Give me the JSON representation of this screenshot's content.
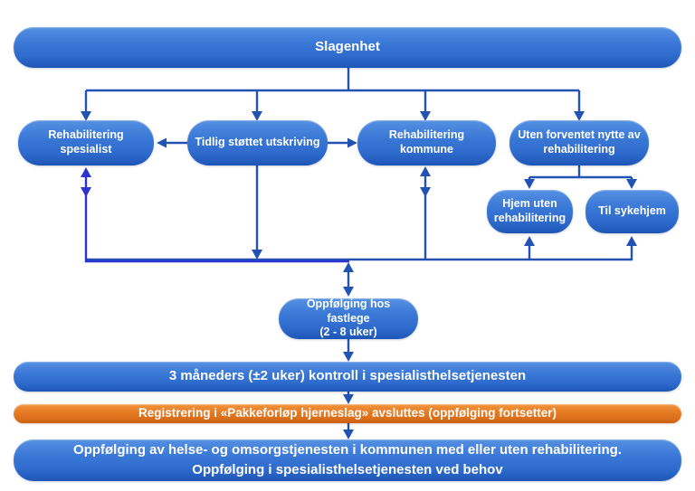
{
  "flowchart": {
    "top_node": {
      "label": "Slagenhet"
    },
    "row2": {
      "rehab_specialist": "Rehabilitering spesialist",
      "early_supported_discharge": "Tidlig støttet utskriving",
      "rehab_municipality": "Rehabilitering kommune",
      "no_expected_benefit": "Uten forventet nytte av rehabilitering"
    },
    "row3": {
      "home_without_rehab": "Hjem uten rehabilitering",
      "to_nursing_home": "Til sykehjem"
    },
    "gp_followup": {
      "line1": "Oppfølging hos fastlege",
      "line2": "(2 - 8 uker)"
    },
    "banners": {
      "three_month_control": "3 måneders (±2 uker) kontroll i spesialisthelsetjenesten",
      "registration_ends": "Registrering i «Pakkeforløp hjerneslag» avsluttes (oppfølging fortsetter)",
      "followup_line1": "Oppfølging av helse- og omsorgstjenesten i kommunen med eller uten rehabilitering.",
      "followup_line2": "Oppfølging i spesialisthelsetjenesten ved behov"
    },
    "colors": {
      "box_blue": "#3a78d6",
      "banner_orange": "#e57a22",
      "connector_blue": "#2253b2",
      "connector_indigo": "#2e33d0",
      "text": "#ffffff"
    }
  }
}
